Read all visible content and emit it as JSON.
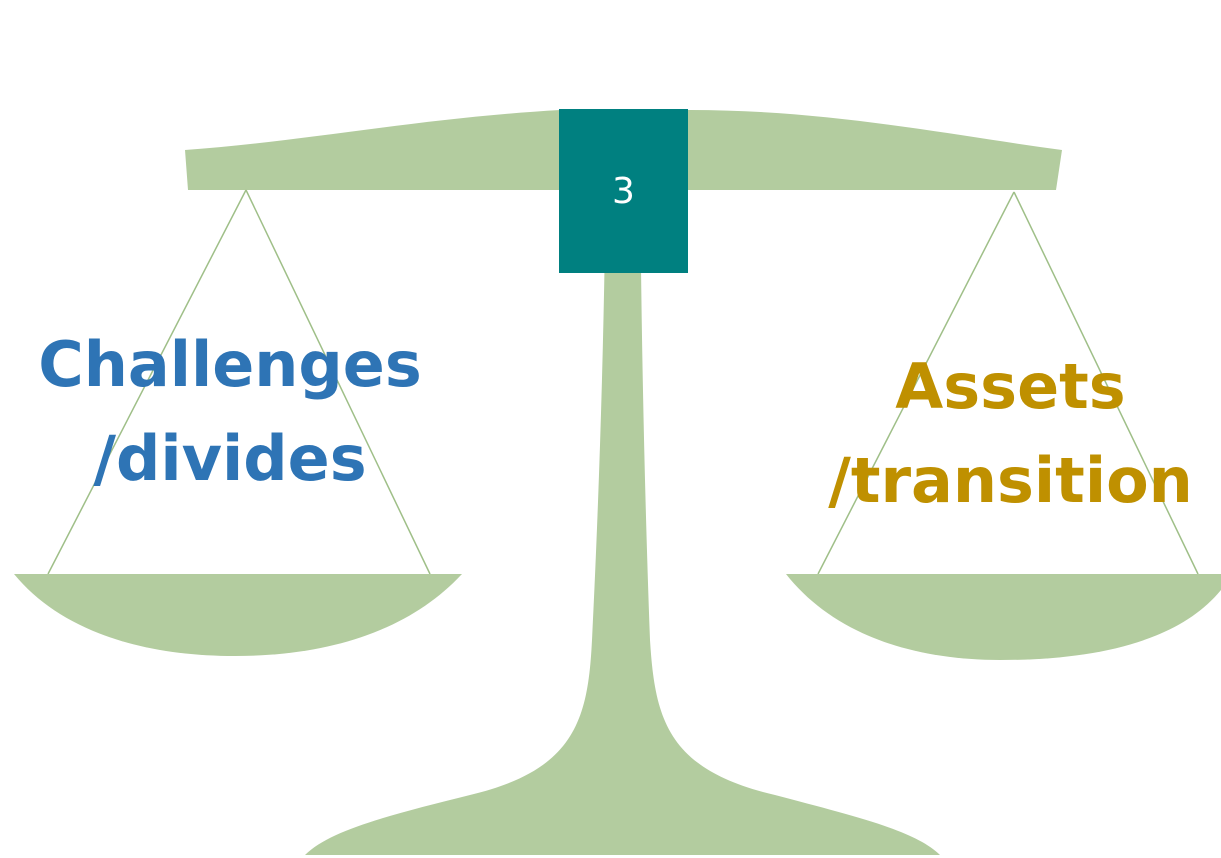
{
  "slide": {
    "number": "3",
    "number_box_color": "#008080"
  },
  "scale": {
    "color": "#b3cc9f",
    "string_color": "#9fbf88",
    "left_pan": {
      "line1": "Challenges",
      "line2": "/divides",
      "text_color": "#2e74b5"
    },
    "right_pan": {
      "line1": "Assets",
      "line2": "/transition",
      "text_color": "#bf9000"
    }
  }
}
